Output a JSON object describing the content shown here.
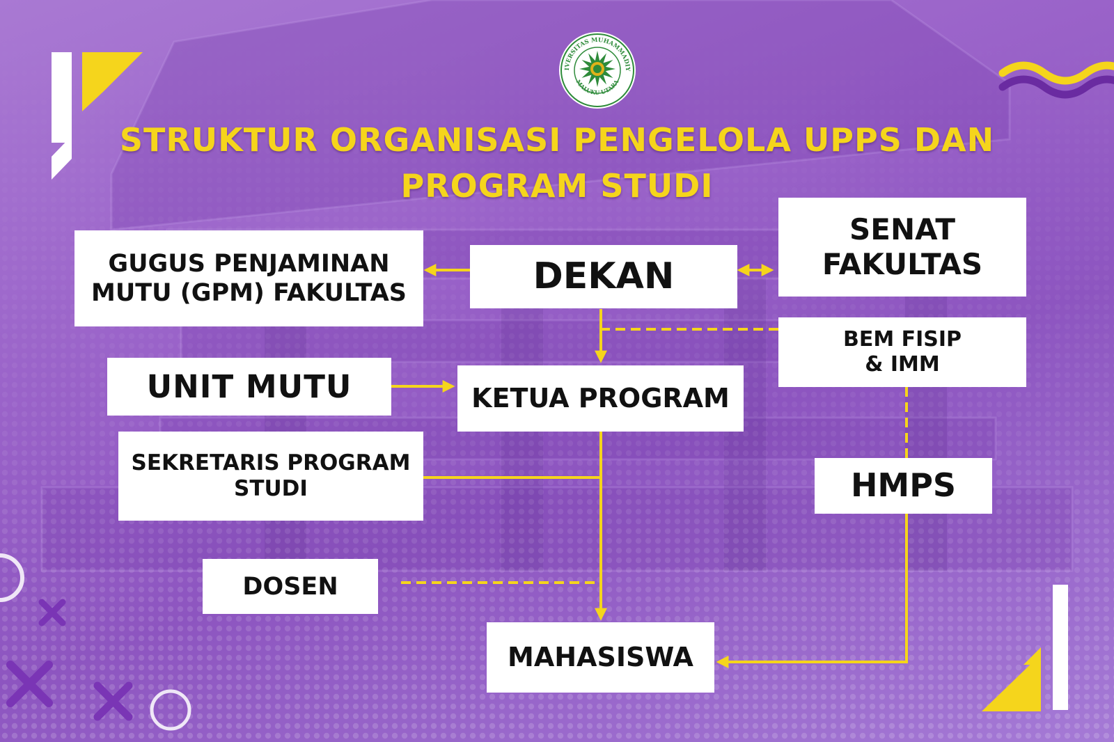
{
  "colors": {
    "accent_yellow": "#f5d51c",
    "background_purple": "#9a63c9",
    "box_white": "#ffffff"
  },
  "logo": {
    "name": "university-seal",
    "text_top": "UNIVERSITAS MUHAMMADIYAH",
    "text_bottom": "MALUKU UTARA"
  },
  "title": "STRUKTUR ORGANISASI PENGELOLA UPPS DAN\nPROGRAM STUDI",
  "nodes": {
    "dekan": "DEKAN",
    "senat": "SENAT\nFAKULTAS",
    "gpm": "GUGUS PENJAMINAN\nMUTU (GPM) FAKULTAS",
    "unit_mutu": "UNIT MUTU",
    "ketua": "KETUA PROGRAM",
    "bem": "BEM FISIP\n& IMM",
    "sekretaris": "SEKRETARIS PROGRAM\nSTUDI",
    "hmps": "HMPS",
    "dosen": "DOSEN",
    "mahasiswa": "MAHASISWA"
  },
  "edges": [
    {
      "from": "dekan",
      "to": "gpm",
      "style": "solid",
      "arrow": "end"
    },
    {
      "from": "dekan",
      "to": "senat",
      "style": "solid",
      "arrow": "both"
    },
    {
      "from": "dekan",
      "to": "ketua",
      "style": "solid",
      "arrow": "end"
    },
    {
      "from": "bem",
      "to": "dekan",
      "style": "dashed",
      "arrow": "none"
    },
    {
      "from": "unit_mutu",
      "to": "ketua",
      "style": "solid",
      "arrow": "end"
    },
    {
      "from": "sekretaris",
      "to": "ketua",
      "style": "solid",
      "arrow": "none"
    },
    {
      "from": "ketua",
      "to": "mahasiswa",
      "style": "solid",
      "arrow": "end"
    },
    {
      "from": "dosen",
      "to": "mahasiswa",
      "style": "dashed",
      "arrow": "none"
    },
    {
      "from": "bem",
      "to": "hmps",
      "style": "dashed",
      "arrow": "none"
    },
    {
      "from": "hmps",
      "to": "mahasiswa",
      "style": "solid",
      "arrow": "end"
    }
  ]
}
